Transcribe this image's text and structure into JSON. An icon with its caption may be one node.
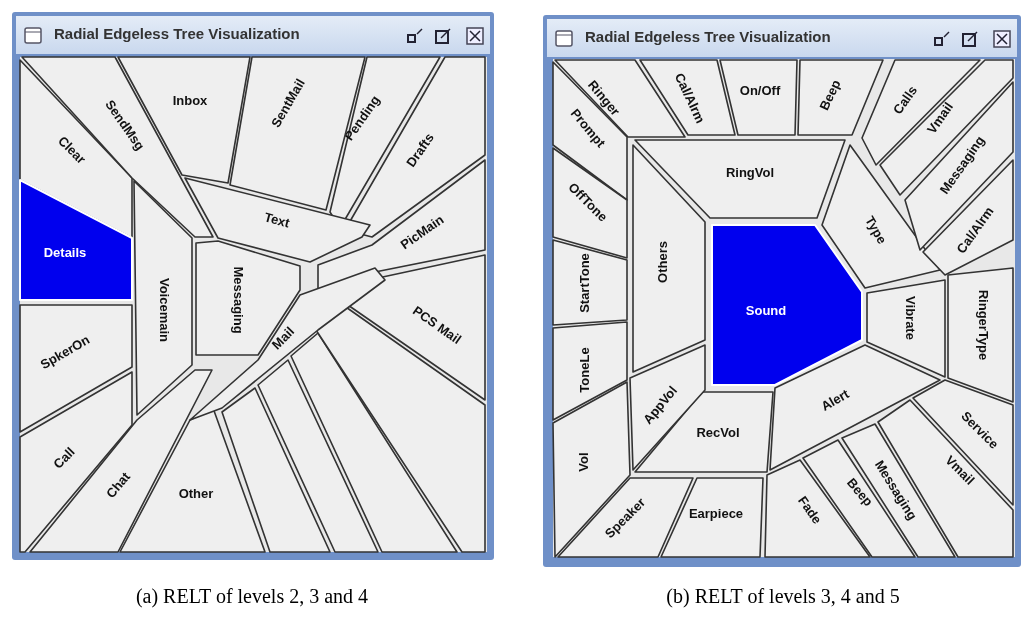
{
  "diagram": {
    "nodes": [
      {
        "text": [
          "Radial Edgeless Tree Visualization"
        ],
        "beside": [
          "(a) RELT of levels 2, 3 and 4"
        ]
      },
      {
        "text": [
          "Clear"
        ],
        "in": 0
      },
      {
        "text": [
          "Details"
        ],
        "in": 0
      },
      {
        "text": [
          "SpkerOn"
        ],
        "in": 0
      },
      {
        "text": [
          "Call"
        ],
        "in": 0
      },
      {
        "text": [
          "Chat"
        ],
        "in": 0
      },
      {
        "text": [
          "Other"
        ],
        "in": 0
      },
      {
        "text": [],
        "shape": "box",
        "in": 0
      },
      {
        "text": [],
        "shape": "box",
        "in": 0
      },
      {
        "text": [],
        "shape": "box",
        "in": 0
      },
      {
        "text": [],
        "shape": "box",
        "in": 0
      },
      {
        "text": [
          "PCS Mail"
        ],
        "in": 0
      },
      {
        "text": [
          "PicMain"
        ],
        "in": 0
      },
      {
        "text": [
          "Drafts"
        ],
        "in": 0
      },
      {
        "text": [
          "Pending"
        ],
        "in": 0
      },
      {
        "text": [
          "SentMail"
        ],
        "in": 0
      },
      {
        "text": [
          "Inbox"
        ],
        "in": 0
      },
      {
        "text": [
          "SendMsg"
        ],
        "in": 0
      },
      {
        "text": [
          "Text"
        ],
        "in": 0
      },
      {
        "text": [
          "Messaging"
        ],
        "in": 0
      },
      {
        "text": [
          "Voicemain"
        ],
        "in": 0
      },
      {
        "text": [
          "Mail"
        ],
        "in": 0
      },
      {
        "text": [
          "Radial Edgeless Tree Visualization"
        ],
        "beside": [
          "(b) RELT of levels 3, 4 and 5"
        ]
      },
      {
        "text": [
          "Ringer"
        ],
        "in": 22
      },
      {
        "text": [
          "Prompt"
        ],
        "in": 22
      },
      {
        "text": [
          "OffTone"
        ],
        "in": 22
      },
      {
        "text": [
          "StartTone"
        ],
        "in": 22
      },
      {
        "text": [
          "ToneLe"
        ],
        "in": 22
      },
      {
        "text": [
          "Vol"
        ],
        "in": 22
      },
      {
        "text": [
          "Speaker"
        ],
        "in": 22
      },
      {
        "text": [
          "Earpiece"
        ],
        "in": 22
      },
      {
        "text": [
          "Fade"
        ],
        "in": 22
      },
      {
        "text": [
          "Beep"
        ],
        "in": 22
      },
      {
        "text": [
          "Messaging"
        ],
        "in": 22
      },
      {
        "text": [
          "Vmail"
        ],
        "in": 22
      },
      {
        "text": [
          "Service"
        ],
        "in": 22
      },
      {
        "text": [
          "RingerType"
        ],
        "in": 22
      },
      {
        "text": [
          "Vibrate"
        ],
        "in": 22
      },
      {
        "text": [
          "Alert"
        ],
        "in": 22
      },
      {
        "text": [
          "RecVol"
        ],
        "in": 22
      },
      {
        "text": [
          "AppVol"
        ],
        "in": 22
      },
      {
        "text": [
          "Others"
        ],
        "in": 22
      },
      {
        "text": [
          "RingVol"
        ],
        "in": 22
      },
      {
        "text": [
          "Sound"
        ],
        "in": 22
      },
      {
        "text": [
          "Type"
        ],
        "in": 22
      },
      {
        "text": [
          "Cal/Alrm"
        ],
        "in": 22
      },
      {
        "text": [
          "Messaging"
        ],
        "in": 22
      },
      {
        "text": [
          "Vmail"
        ],
        "in": 22
      },
      {
        "text": [
          "Calls"
        ],
        "in": 22
      },
      {
        "text": [
          "Beep"
        ],
        "in": 22
      },
      {
        "text": [
          "On/Off"
        ],
        "in": 22
      },
      {
        "text": [
          "Cal/Alrm"
        ],
        "in": 22
      }
    ]
  }
}
